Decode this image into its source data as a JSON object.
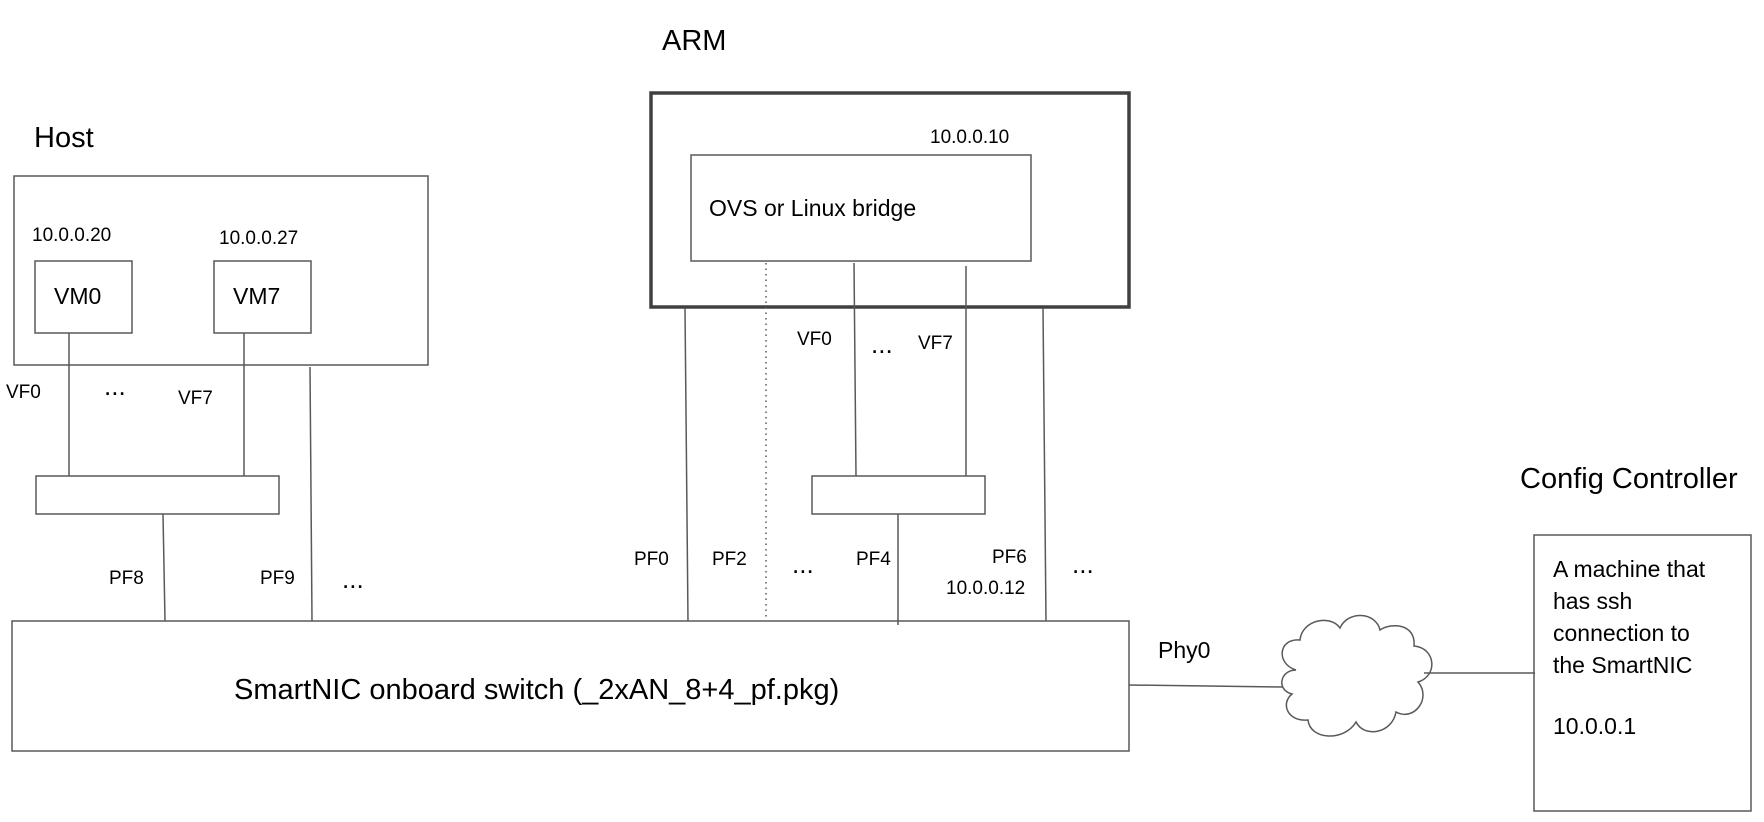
{
  "titles": {
    "host": "Host",
    "arm": "ARM",
    "config_controller": "Config Controller"
  },
  "host": {
    "vm0": {
      "label": "VM0",
      "ip": "10.0.0.20"
    },
    "vm7": {
      "label": "VM7",
      "ip": "10.0.0.27"
    },
    "vf0": "VF0",
    "vf7": "VF7",
    "ellipsis": "...",
    "pf8": "PF8",
    "pf9": "PF9",
    "pf_ellipsis": "..."
  },
  "arm": {
    "bridge_label": "OVS or Linux bridge",
    "bridge_ip": "10.0.0.10",
    "vf0": "VF0",
    "vf7": "VF7",
    "vf_ellipsis": "...",
    "pf0": "PF0",
    "pf2": "PF2",
    "pf_ellipsis_1": "...",
    "pf4": "PF4",
    "pf6": "PF6",
    "pf6_ip": "10.0.0.12",
    "pf_ellipsis_2": "..."
  },
  "switch": {
    "label": "SmartNIC onboard switch (_2xAN_8+4_pf.pkg)",
    "phy": "Phy0"
  },
  "controller": {
    "line1": "A machine that",
    "line2": "has ssh",
    "line3": "connection to",
    "line4": "the SmartNIC",
    "ip": "10.0.0.1"
  },
  "colors": {
    "stroke": "#595959",
    "text": "#000000",
    "background": "#ffffff"
  },
  "icons": {
    "network": "cloud-icon"
  }
}
